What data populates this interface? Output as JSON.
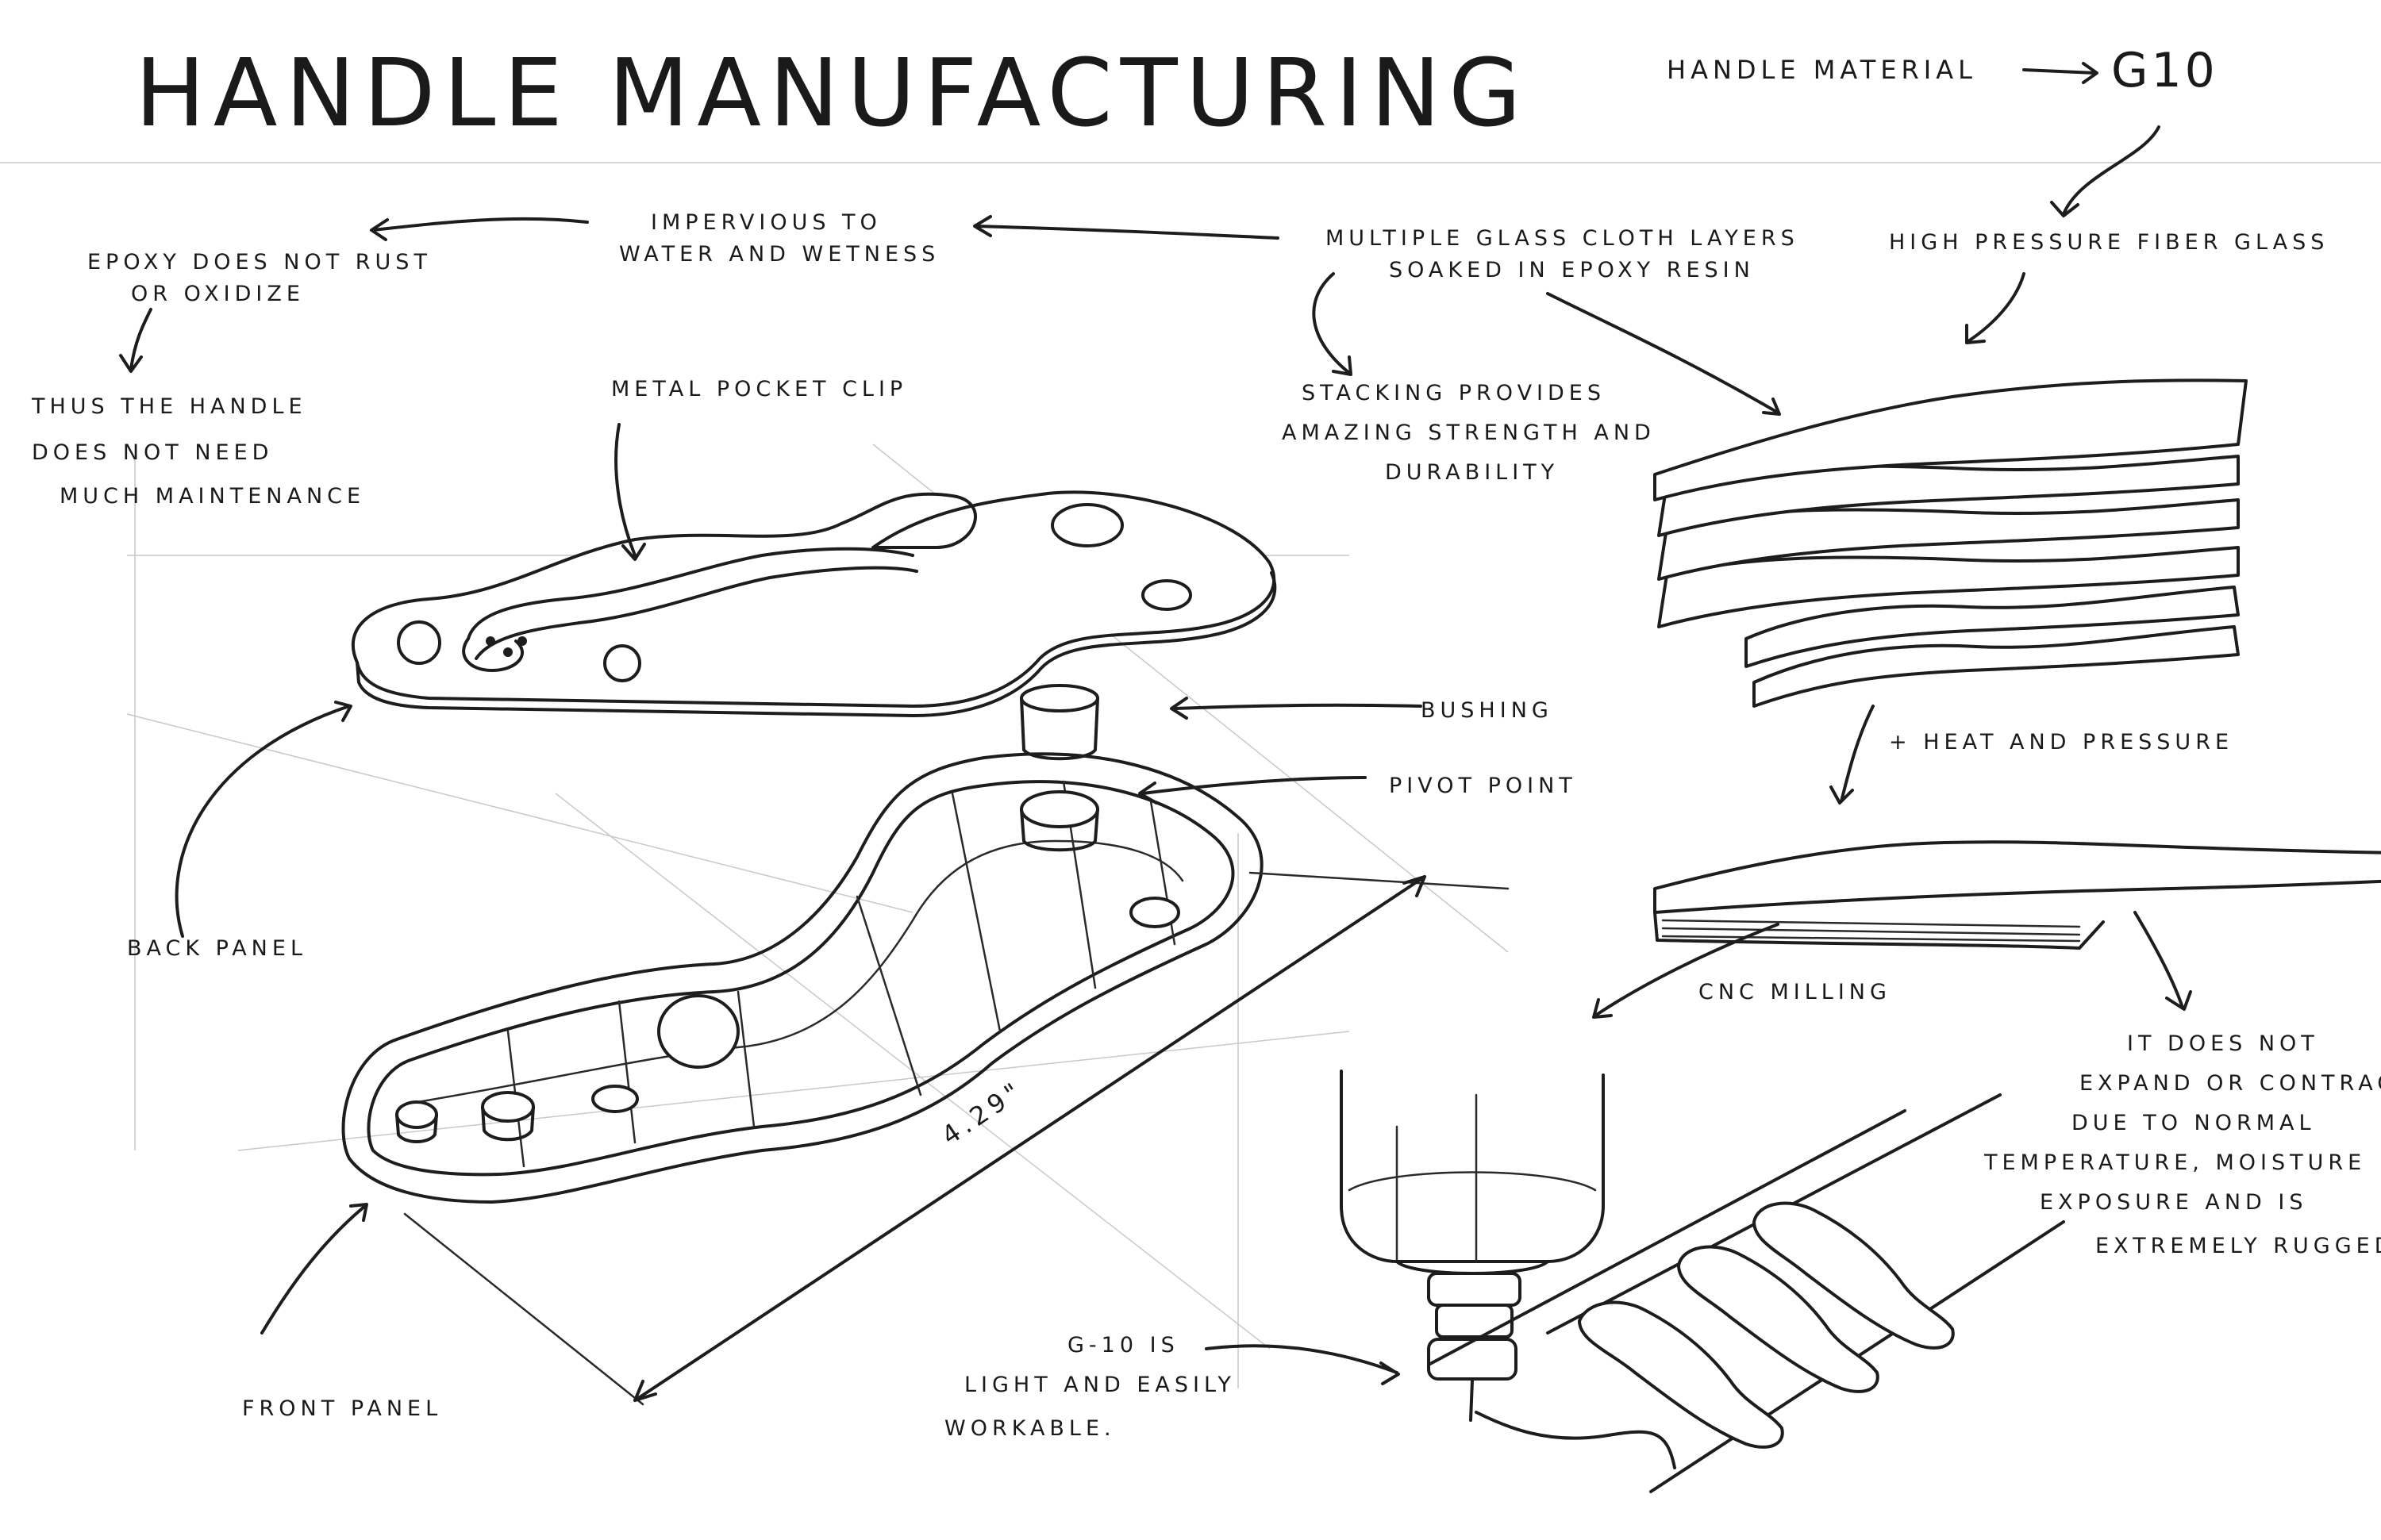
{
  "title": "Handle Manufacturing",
  "material": {
    "label": "Handle Material",
    "value": "G10"
  },
  "notes": {
    "high_pressure": "High pressure fiber glass",
    "impervious": [
      "Impervious to",
      "water and wetness"
    ],
    "epoxy": [
      "Epoxy does not rust",
      "or oxidize"
    ],
    "maintenance": [
      "Thus the handle",
      "does not need",
      "much maintenance"
    ],
    "layers": [
      "Multiple glass cloth layers",
      "soaked in epoxy resin"
    ],
    "stacking": [
      "Stacking provides",
      "amazing strength and",
      "durability"
    ],
    "heat": "+ Heat and pressure",
    "cnc": "CNC milling",
    "expand": [
      "It does not",
      "expand or contract",
      "due to normal",
      "temperature, moisture",
      "exposure and is",
      "extremely rugged"
    ],
    "workable": [
      "G-10 is",
      "light and easily",
      "workable."
    ]
  },
  "parts": {
    "clip": "Metal pocket clip",
    "bushing": "Bushing",
    "pivot": "Pivot point",
    "back": "Back panel",
    "front": "Front panel",
    "dimension": "4.29\""
  }
}
